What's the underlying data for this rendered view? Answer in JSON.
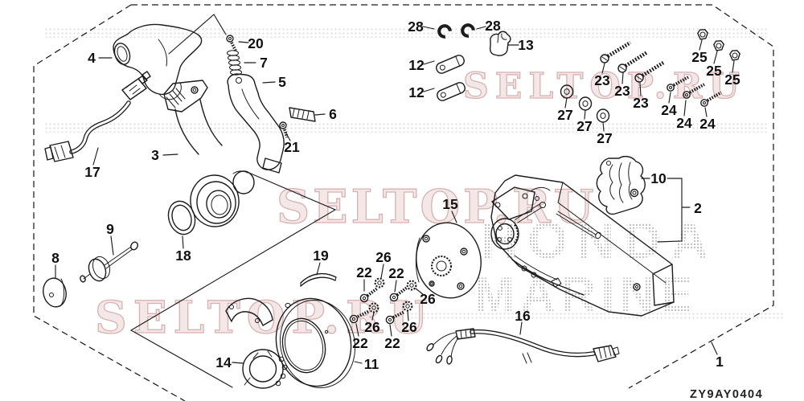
{
  "diagram": {
    "drawing_code": "ZY9AY0404"
  },
  "watermark": {
    "text": "SELTOP.RU"
  },
  "halftone": {
    "line1": "HONDA",
    "line2": "MARINE"
  },
  "callouts": [
    {
      "label": "1"
    },
    {
      "label": "2"
    },
    {
      "label": "3"
    },
    {
      "label": "4"
    },
    {
      "label": "5"
    },
    {
      "label": "6"
    },
    {
      "label": "7"
    },
    {
      "label": "8"
    },
    {
      "label": "9"
    },
    {
      "label": "10"
    },
    {
      "label": "11"
    },
    {
      "label": "12"
    },
    {
      "label": "12"
    },
    {
      "label": "13"
    },
    {
      "label": "14"
    },
    {
      "label": "15"
    },
    {
      "label": "16"
    },
    {
      "label": "17"
    },
    {
      "label": "18"
    },
    {
      "label": "19"
    },
    {
      "label": "20"
    },
    {
      "label": "21"
    },
    {
      "label": "22"
    },
    {
      "label": "22"
    },
    {
      "label": "22"
    },
    {
      "label": "22"
    },
    {
      "label": "23"
    },
    {
      "label": "23"
    },
    {
      "label": "23"
    },
    {
      "label": "24"
    },
    {
      "label": "24"
    },
    {
      "label": "24"
    },
    {
      "label": "25"
    },
    {
      "label": "25"
    },
    {
      "label": "25"
    },
    {
      "label": "26"
    },
    {
      "label": "26"
    },
    {
      "label": "26"
    },
    {
      "label": "26"
    },
    {
      "label": "27"
    },
    {
      "label": "27"
    },
    {
      "label": "27"
    },
    {
      "label": "28"
    },
    {
      "label": "28"
    }
  ]
}
